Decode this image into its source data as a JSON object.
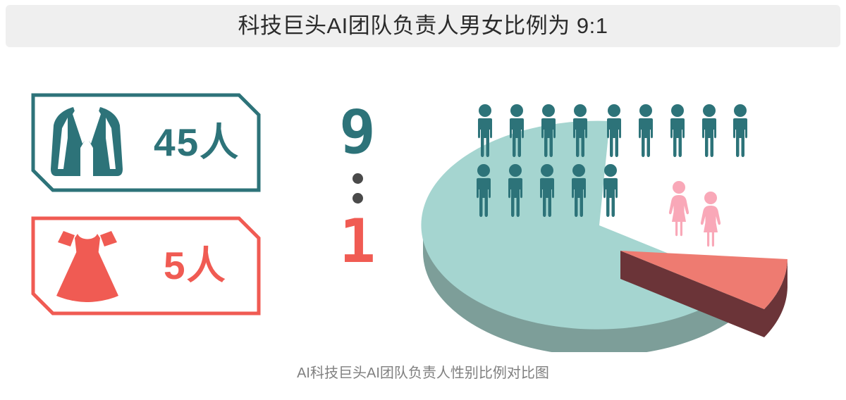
{
  "header": {
    "title": "科技巨头AI团队负责人男女比例为 9:1",
    "background_color": "#efefef",
    "text_color": "#2b2b2b"
  },
  "colors": {
    "teal": "#2d7379",
    "coral": "#f05b53",
    "pie_top_teal": "#a5d5d0",
    "pie_side_teal": "#7d9e99",
    "pie_top_coral": "#ee7b71",
    "pie_side_coral": "#6b3438",
    "figure_male": "#2d7379",
    "figure_female": "#f9a8b8",
    "dot_gray": "#4a4a4a",
    "caption_gray": "#808080"
  },
  "cards": [
    {
      "id": "male",
      "icon": "suit-jacket-icon",
      "value": "45人",
      "color": "#2d7379"
    },
    {
      "id": "female",
      "icon": "dress-icon",
      "value": "5人",
      "color": "#f05b53"
    }
  ],
  "ratio": {
    "male": "9",
    "female": "1",
    "separator": ":",
    "male_color": "#2d7379",
    "female_color": "#f05b53"
  },
  "caption": "AI科技巨头AI团队负责人性别比例对比图",
  "chart_data": {
    "type": "pie",
    "title": "AI科技巨头AI团队负责人性别比例对比图",
    "style": "3d-exploded-pictogram",
    "categories": [
      "男性",
      "女性"
    ],
    "values": [
      45,
      5
    ],
    "percentages": [
      90,
      10
    ],
    "ratio": "9:1",
    "colors": [
      "#a5d5d0",
      "#ee7b71"
    ],
    "side_colors": [
      "#7d9e99",
      "#6b3438"
    ],
    "exploded_slice": "女性",
    "pictograms": {
      "male": {
        "count": 14,
        "rows": [
          9,
          5
        ],
        "color": "#2d7379"
      },
      "female": {
        "count": 2,
        "rows": [
          2
        ],
        "color": "#f9a8b8"
      }
    },
    "legend": false,
    "grid": false
  }
}
